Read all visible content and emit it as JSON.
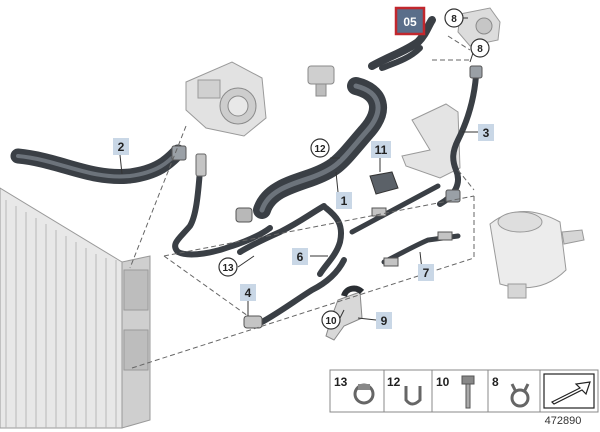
{
  "diagram": {
    "reference_number": "472890",
    "selected_part": "05",
    "callouts": [
      {
        "label": "2",
        "style": "box"
      },
      {
        "label": "3",
        "style": "box"
      },
      {
        "label": "1",
        "style": "box"
      },
      {
        "label": "11",
        "style": "box"
      },
      {
        "label": "6",
        "style": "box"
      },
      {
        "label": "7",
        "style": "box"
      },
      {
        "label": "4",
        "style": "box"
      },
      {
        "label": "9",
        "style": "box"
      },
      {
        "label": "12",
        "style": "circle"
      },
      {
        "label": "13",
        "style": "circle"
      },
      {
        "label": "10",
        "style": "circle"
      },
      {
        "label": "8",
        "style": "circle"
      },
      {
        "label": "8",
        "style": "circle"
      }
    ],
    "legend": [
      {
        "label": "13",
        "icon": "hose-clamp-icon"
      },
      {
        "label": "12",
        "icon": "bracket-clip-icon"
      },
      {
        "label": "10",
        "icon": "bolt-icon"
      },
      {
        "label": "8",
        "icon": "spring-clamp-icon"
      }
    ]
  },
  "colors": {
    "accent": "#c1272d",
    "callout_box": "#c9d7e6",
    "hose": "#3a3f45",
    "parts_gray": "#d4d4d4"
  }
}
